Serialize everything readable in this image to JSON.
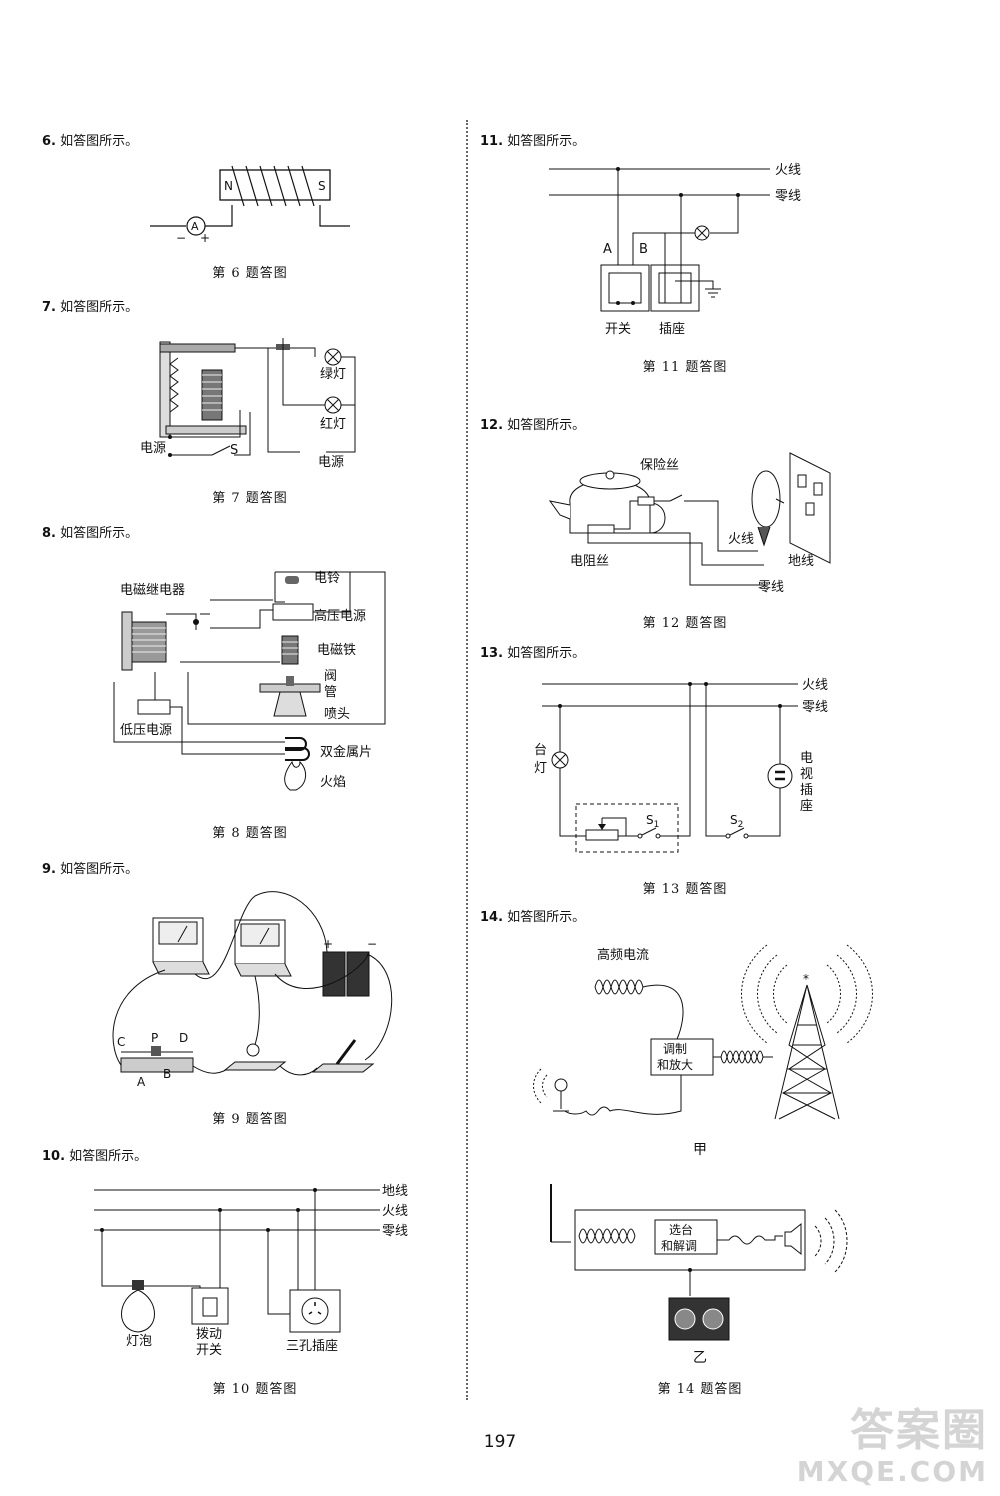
{
  "questions": {
    "q6": {
      "num": "6.",
      "text": "如答图所示。",
      "caption": "第 6 题答图",
      "labels": {
        "n": "N",
        "s": "S",
        "a": "A",
        "minus": "−",
        "plus": "+"
      }
    },
    "q7": {
      "num": "7.",
      "text": "如答图所示。",
      "caption": "第 7 题答图",
      "labels": {
        "power1": "电源",
        "s": "S",
        "green": "绿灯",
        "red": "红灯",
        "power2": "电源"
      }
    },
    "q8": {
      "num": "8.",
      "text": "如答图所示。",
      "caption": "第 8 题答图",
      "labels": {
        "relay": "电磁继电器",
        "bell": "电铃",
        "hv": "高压电源",
        "magnet": "电磁铁",
        "valve1": "阀",
        "valve2": "管",
        "nozzle": "喷头",
        "lv": "低压电源",
        "bimetal": "双金属片",
        "flame": "火焰"
      }
    },
    "q9": {
      "num": "9.",
      "text": "如答图所示。",
      "caption": "第 9 题答图",
      "labels": {
        "c": "C",
        "p": "P",
        "d": "D",
        "a": "A",
        "b": "B",
        "plus": "+",
        "minus": "−"
      }
    },
    "q10": {
      "num": "10.",
      "text": "如答图所示。",
      "caption": "第 10 题答图",
      "labels": {
        "ground": "地线",
        "live": "火线",
        "neutral": "零线",
        "bulb": "灯泡",
        "switch1": "拨动",
        "switch2": "开关",
        "socket": "三孔插座"
      }
    },
    "q11": {
      "num": "11.",
      "text": "如答图所示。",
      "caption": "第 11 题答图",
      "labels": {
        "live": "火线",
        "neutral": "零线",
        "a": "A",
        "b": "B",
        "switch": "开关",
        "socket": "插座"
      }
    },
    "q12": {
      "num": "12.",
      "text": "如答图所示。",
      "caption": "第 12 题答图",
      "labels": {
        "fuse": "保险丝",
        "live": "火线",
        "ground": "地线",
        "resistor": "电阻丝",
        "neutral": "零线"
      }
    },
    "q13": {
      "num": "13.",
      "text": "如答图所示。",
      "caption": "第 13 题答图",
      "labels": {
        "live": "火线",
        "neutral": "零线",
        "lamp1": "台",
        "lamp2": "灯",
        "tv1": "电",
        "tv2": "视",
        "tv3": "插",
        "tv4": "座",
        "s1": "S",
        "s1sub": "1",
        "s2": "S",
        "s2sub": "2"
      }
    },
    "q14": {
      "num": "14.",
      "text": "如答图所示。",
      "caption": "第 14 题答图",
      "labels": {
        "hf": "高频电流",
        "mod1": "调制",
        "mod2": "和放大",
        "jia": "甲",
        "tune1": "选台",
        "tune2": "和解调",
        "yi": "乙"
      }
    }
  },
  "page_number": "197",
  "watermark": {
    "line1": "答案圈",
    "line2": "MXQE.COM"
  }
}
